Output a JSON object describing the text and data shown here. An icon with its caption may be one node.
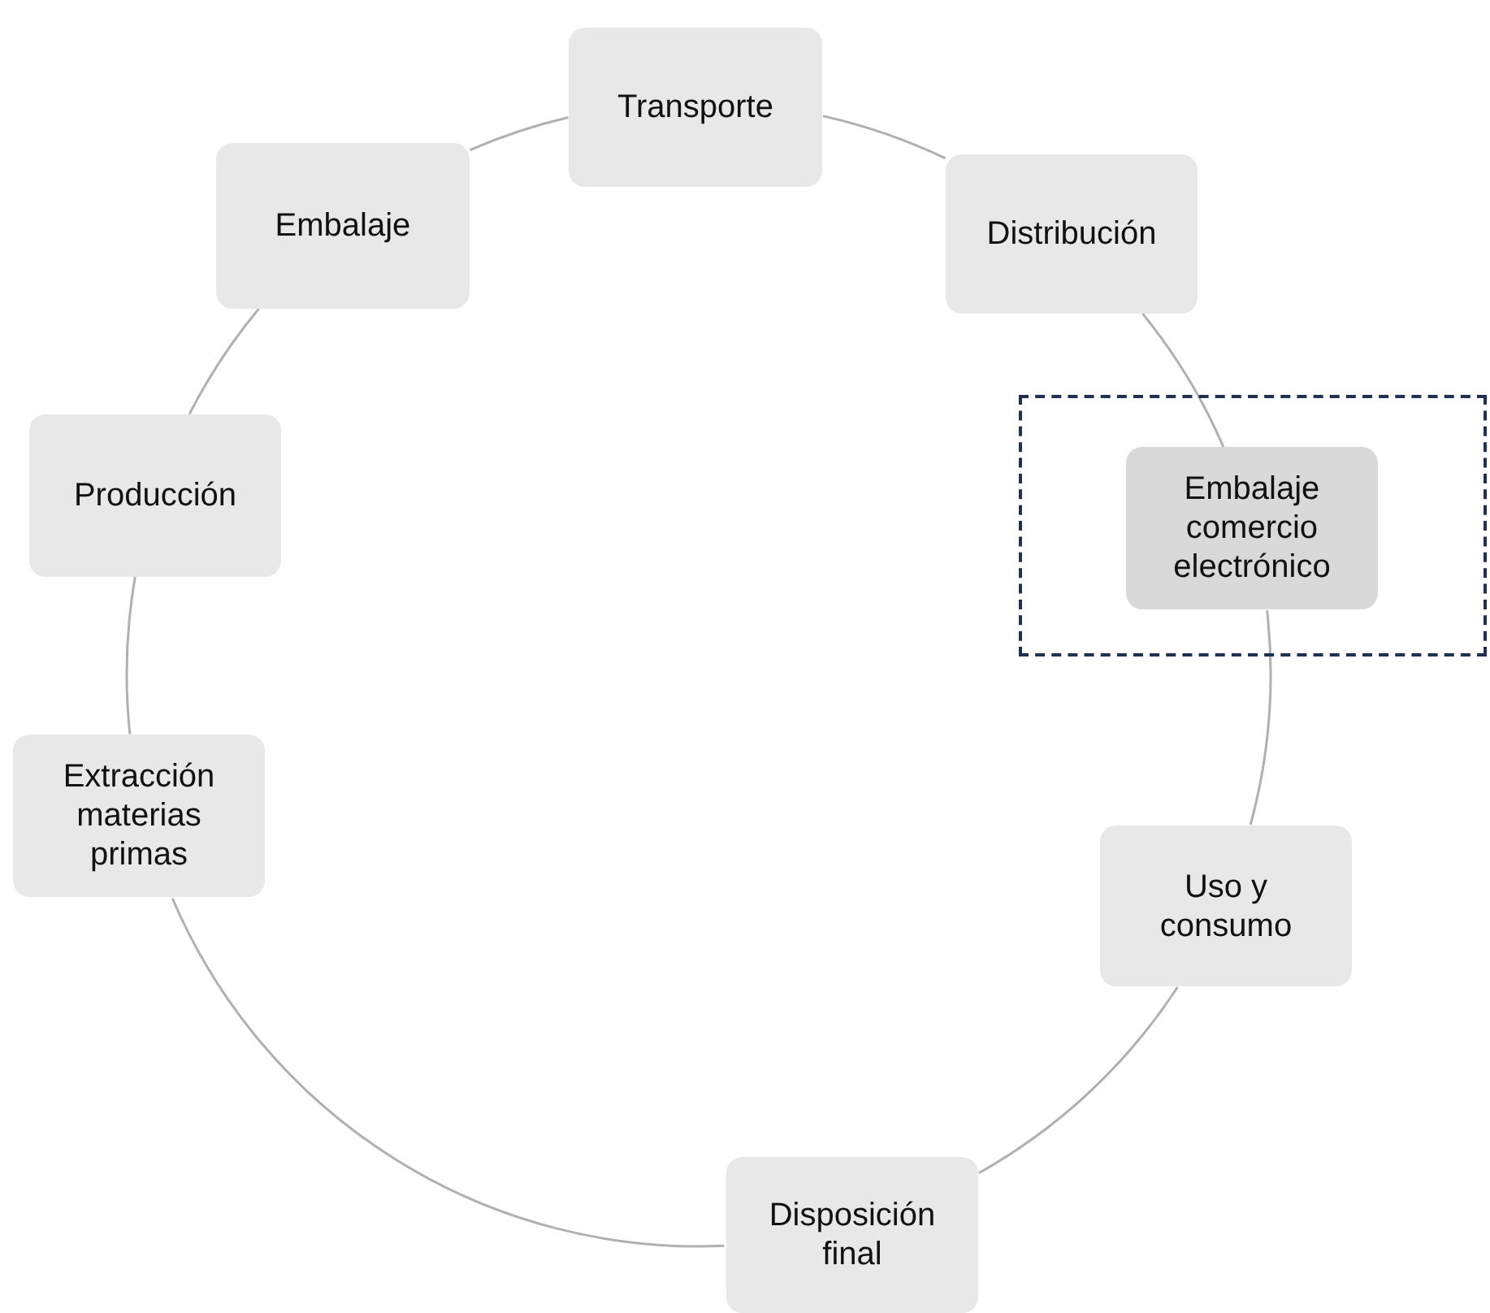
{
  "diagram": {
    "nodes": [
      {
        "text": [
          "Transporte"
        ]
      },
      {
        "text": [
          "Embalaje"
        ]
      },
      {
        "text": [
          "Distribución"
        ]
      },
      {
        "text": [
          "Producción"
        ]
      },
      {
        "text": [],
        "shape": "box"
      },
      {
        "text": [
          "Embalaje comercio electrónico"
        ],
        "in": 4
      },
      {
        "text": [
          "Extracción materias primas"
        ]
      },
      {
        "text": [
          "Uso y consumo"
        ]
      },
      {
        "text": [
          "Disposición final"
        ]
      }
    ],
    "edges": [
      {
        "from": 0,
        "to": 2,
        "arrow": "none"
      },
      {
        "from": 2,
        "to": 5,
        "arrow": "none"
      },
      {
        "from": 5,
        "to": 7,
        "arrow": "none"
      },
      {
        "from": 7,
        "to": 8,
        "arrow": "none"
      },
      {
        "from": 8,
        "to": 6,
        "arrow": "none"
      },
      {
        "from": 6,
        "to": 3,
        "arrow": "none"
      },
      {
        "from": 3,
        "to": 1,
        "arrow": "none"
      },
      {
        "from": 1,
        "to": 0,
        "arrow": "none"
      }
    ]
  }
}
